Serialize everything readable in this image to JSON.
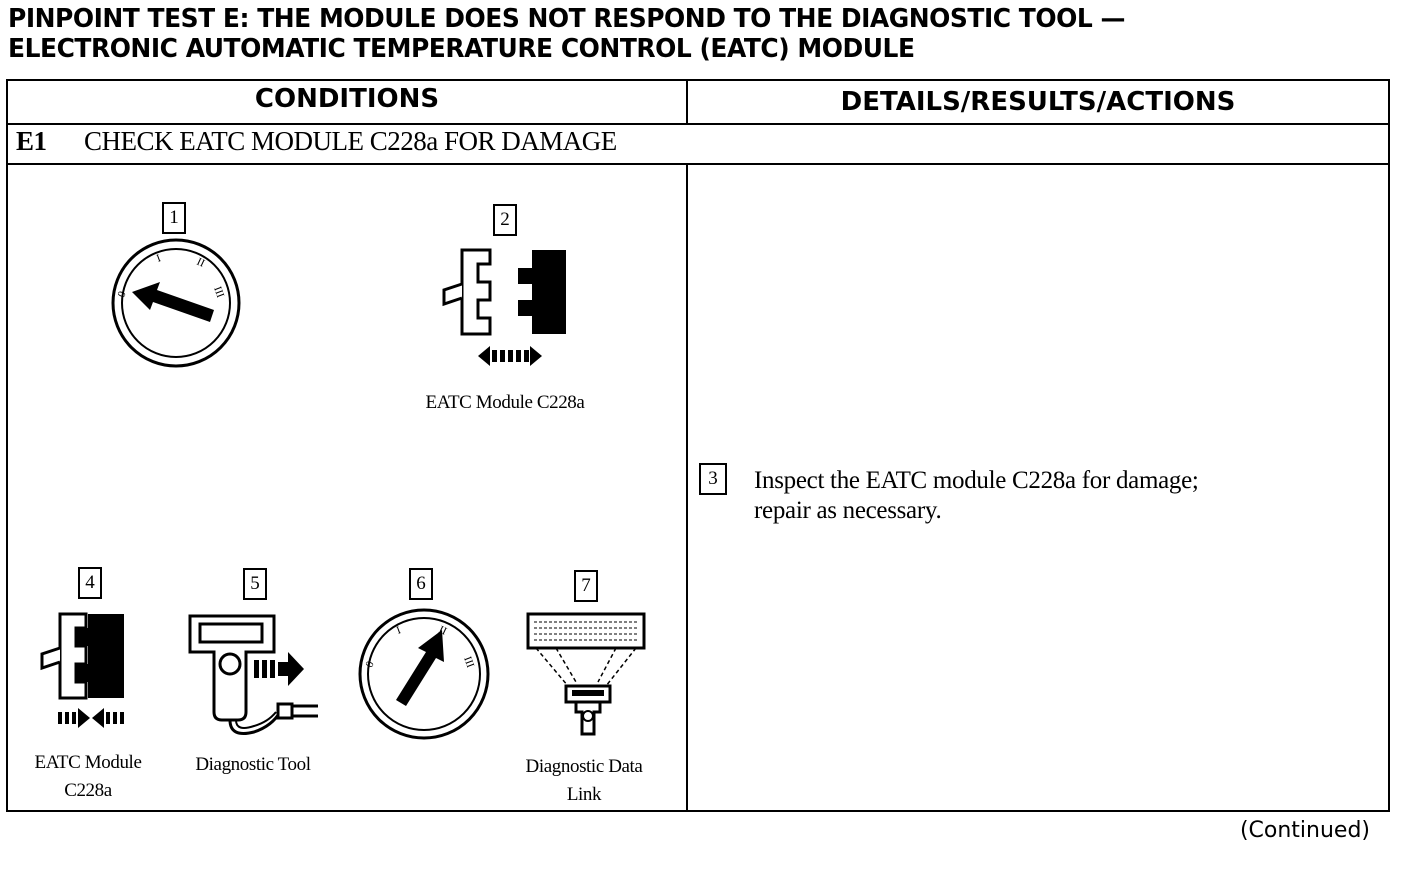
{
  "title": {
    "line1": "PINPOINT TEST E: THE MODULE DOES NOT RESPOND TO THE DIAGNOSTIC TOOL —",
    "line2": "ELECTRONIC AUTOMATIC TEMPERATURE CONTROL (EATC) MODULE"
  },
  "table": {
    "col_conditions": "CONDITIONS",
    "col_details": "DETAILS/RESULTS/ACTIONS",
    "step": {
      "id": "E1",
      "title": "CHECK EATC MODULE C228a FOR DAMAGE"
    }
  },
  "conditions": [
    {
      "number": "1",
      "icon": "ignition-switch-off-icon",
      "caption": ""
    },
    {
      "number": "2",
      "icon": "connector-disconnect-icon",
      "caption": "EATC Module C228a"
    },
    {
      "number": "4",
      "icon": "connector-connect-icon",
      "caption_line1": "EATC Module",
      "caption_line2": "C228a"
    },
    {
      "number": "5",
      "icon": "diagnostic-tool-icon",
      "caption": "Diagnostic Tool"
    },
    {
      "number": "6",
      "icon": "ignition-switch-run-icon",
      "caption": ""
    },
    {
      "number": "7",
      "icon": "diagnostic-data-link-icon",
      "caption_line1": "Diagnostic Data",
      "caption_line2": "Link"
    }
  ],
  "action": {
    "number": "3",
    "line1": "Inspect the EATC module C228a for damage;",
    "line2": "repair as necessary."
  },
  "footer": {
    "continued": "(Continued)"
  },
  "dial_labels": {
    "off": "0",
    "acc": "I",
    "run": "II",
    "start": "III"
  }
}
